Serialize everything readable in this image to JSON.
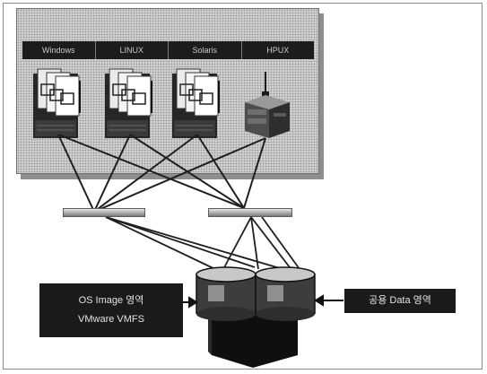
{
  "platforms": [
    {
      "label": "Windows",
      "server": "blade-rack"
    },
    {
      "label": "LINUX",
      "server": "blade-rack"
    },
    {
      "label": "Solaris",
      "server": "blade-rack"
    },
    {
      "label": "HPUX",
      "server": "tower"
    }
  ],
  "left_callout": {
    "line1": "OS Image 영역",
    "line2": "VMware VMFS"
  },
  "right_callout": {
    "label": "공용 Data 영역"
  },
  "colors": {
    "callout_fill": "#1a1a1a",
    "callout_text": "#e2e2e2",
    "os_bar": "#1c1c1c",
    "panel": "#cfcfcf",
    "link": "#1e1e1e"
  }
}
